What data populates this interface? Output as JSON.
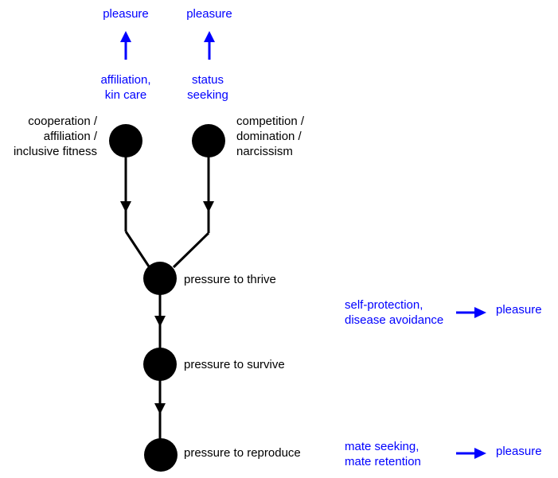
{
  "colors": {
    "ink": "#000000",
    "accent": "#0000ff",
    "background": "#ffffff"
  },
  "top": {
    "left_pleasure": "pleasure",
    "right_pleasure": "pleasure",
    "left_motive": "affiliation,\nkin care",
    "right_motive": "status\nseeking"
  },
  "drives": {
    "cooperation": "cooperation /\naffiliation /\ninclusive fitness",
    "competition": "competition /\ndomination /\nnarcissism"
  },
  "pressures": {
    "thrive": "pressure to thrive",
    "survive": "pressure to survive",
    "reproduce": "pressure to reproduce"
  },
  "side": {
    "protection": "self-protection,\ndisease avoidance",
    "protection_pleasure": "pleasure",
    "mating": "mate seeking,\nmate retention",
    "mating_pleasure": "pleasure"
  }
}
